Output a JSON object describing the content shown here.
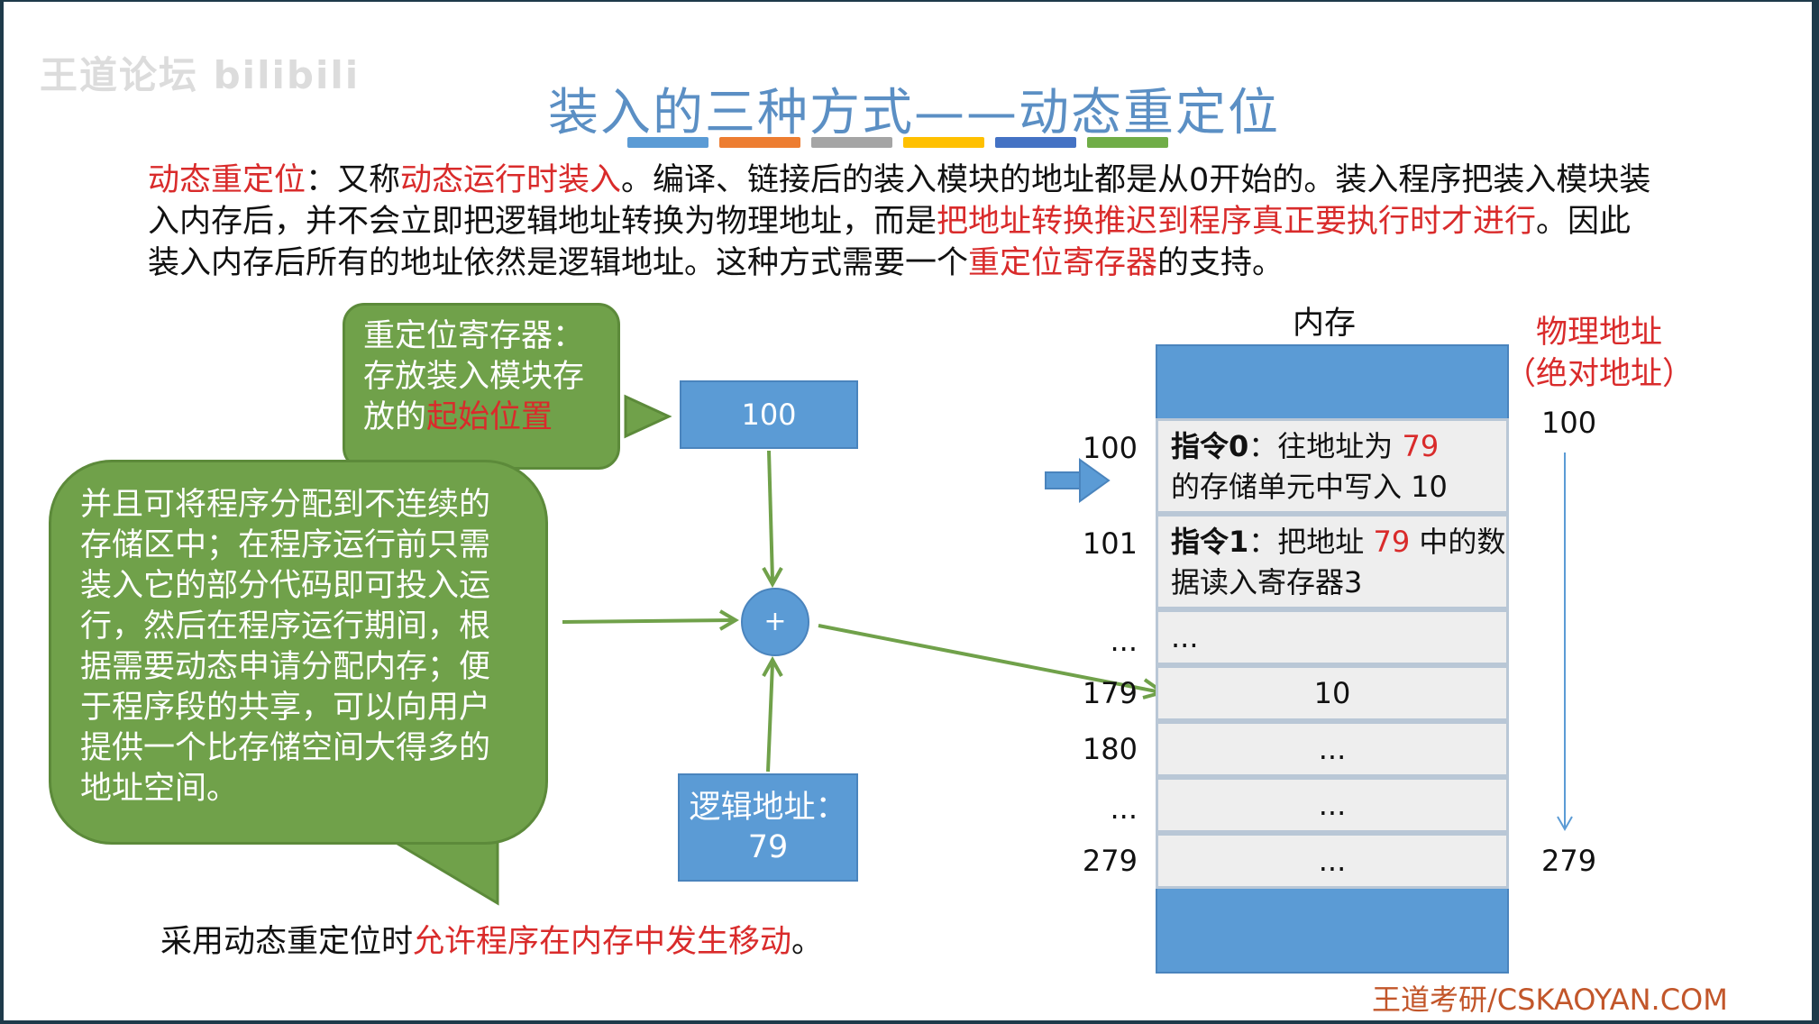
{
  "watermark": "王道论坛 bilibili",
  "title": "装入的三种方式——动态重定位",
  "title_bar_colors": [
    "#5b9bd5",
    "#ed7d31",
    "#a5a5a5",
    "#ffc000",
    "#4472c4",
    "#70ad47"
  ],
  "paragraph": {
    "t1": "动态重定位",
    "t2": "：又称",
    "t3": "动态运行时装入",
    "t4": "。编译、链接后的装入模块的地址都是从0开始的。装入程序把装入模块装入内存后，并不会立即把逻辑地址转换为物理地址，而是",
    "t5": "把地址转换推迟到程序真正要执行时才进行",
    "t6": "。因此装入内存后所有的地址依然是逻辑地址。这种方式需要一个",
    "t7": "重定位寄存器",
    "t8": "的支持。"
  },
  "bubble_top": {
    "line1": "重定位寄存器：",
    "line2": "存放装入模块存",
    "line3_prefix": "放的",
    "line3_red": "起始位置"
  },
  "bubble_left": {
    "text": "并且可将程序分配到不连续的存储区中；在程序运行前只需装入它的部分代码即可投入运行，然后在程序运行期间，根据需要动态申请分配内存；便于程序段的共享，可以向用户提供一个比存储空间大得多的地址空间。"
  },
  "register_value": "100",
  "adder_symbol": "+",
  "logical_address": {
    "label": "逻辑地址：",
    "value": "79"
  },
  "memory": {
    "title": "内存",
    "cells": [
      {
        "addr": "100",
        "bold": "指令0",
        "text_a": "：往地址为 ",
        "red": "79",
        "text_b": "的存储单元中写入 10"
      },
      {
        "addr": "101",
        "bold": "指令1",
        "text_a": "：把地址 ",
        "red": "79",
        "text_b": " 中的数据读入寄存器3"
      },
      {
        "addr": "...",
        "text": "..."
      },
      {
        "addr": "179",
        "text": "10"
      },
      {
        "addr": "180",
        "text": "..."
      },
      {
        "addr": "...",
        "text": "..."
      },
      {
        "addr": "279",
        "text": "..."
      }
    ]
  },
  "physical_address": {
    "label1": "物理地址",
    "label2": "（绝对地址）",
    "start": "100",
    "end": "279"
  },
  "bottom_note": {
    "prefix": "采用动态重定位时",
    "red": "允许程序在内存中发生移动",
    "suffix": "。"
  },
  "brand": "王道考研/CSKAOYAN.COM",
  "colors": {
    "accent_red": "#d92b2b",
    "bubble_green": "#70a14a",
    "box_blue": "#5b9bd5",
    "line_green": "#70a14a"
  }
}
